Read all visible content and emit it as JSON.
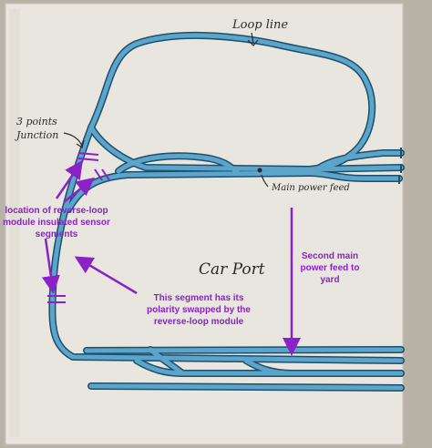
{
  "labels": {
    "loop_line": "Loop line",
    "junction_line1": "3 points",
    "junction_line2": "Junction",
    "main_power_feed": "Main power feed",
    "car_port": "Car Port",
    "sensor_line1": "location of reverse-loop",
    "sensor_line2": "module insulated sensor",
    "sensor_line3": "segments",
    "feed2_line1": "Second main",
    "feed2_line2": "power feed to",
    "feed2_line3": "yard",
    "polarity_line1": "This segment has its",
    "polarity_line2": "polarity swapped by the",
    "polarity_line3": "reverse-loop module"
  },
  "colors": {
    "board": "#e9e6df",
    "track": "#4f9bc2",
    "track_edge": "#1f4e68",
    "annotation": "#8a22c8",
    "pencil": "#2a2a2a"
  }
}
